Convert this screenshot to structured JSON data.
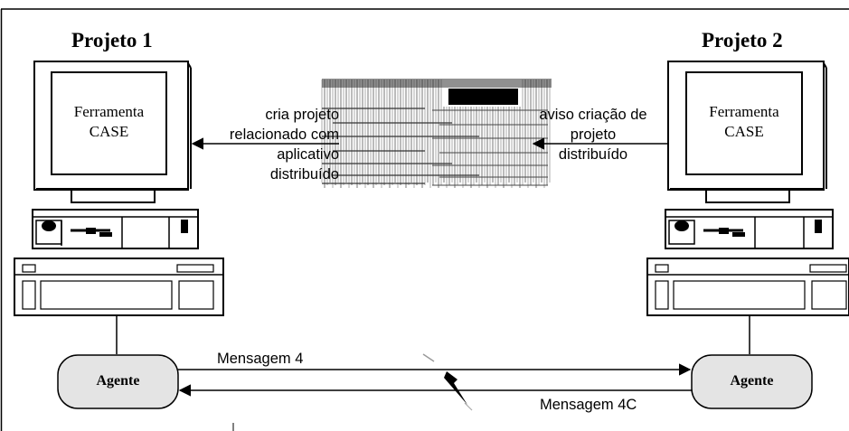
{
  "left_node": {
    "title": "Projeto 1",
    "screen_line1": "Ferramenta",
    "screen_line2": "CASE",
    "agent": "Agente"
  },
  "right_node": {
    "title": "Projeto 2",
    "screen_line1": "Ferramenta",
    "screen_line2": "CASE",
    "agent": "Agente"
  },
  "left_caption": [
    "cria projeto",
    "relacionado com",
    "aplicativo",
    "distribuído"
  ],
  "right_caption": [
    "aviso criação de",
    "projeto",
    "distribuído"
  ],
  "messages": {
    "forward": "Mensagem 4",
    "reply": "Mensagem 4C"
  },
  "colors": {
    "agent_fill": "#e4e4e4",
    "stroke": "#000000",
    "case_bar": "#000000"
  }
}
